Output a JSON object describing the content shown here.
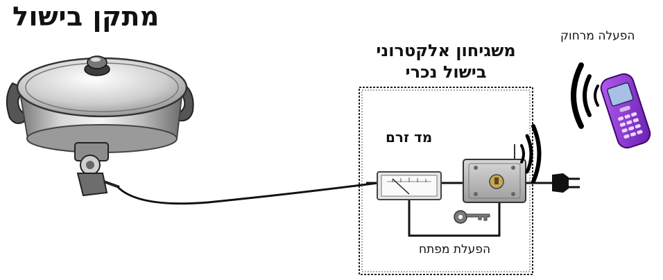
{
  "labels": {
    "cooker_title": "מתקן בישול",
    "device_title_line1": "משגיחון אלקטרוני",
    "device_title_line2": "בישול נכרי",
    "remote_activation": "הפעלה מרחוק",
    "current_meter": "מד זרם",
    "key_activation": "הפעלת מפתח"
  },
  "colors": {
    "phone_body": "#8a2be2",
    "phone_screen": "#a8c0e8",
    "controller_box": "#b9b9b9",
    "wire": "#111111",
    "key": "#6c6c6c"
  },
  "icons": {
    "cooker": "electric-skillet-icon",
    "phone": "mobile-phone-icon",
    "meter": "ammeter-icon",
    "controller": "controller-box-icon",
    "key": "key-icon",
    "plug": "power-plug-icon",
    "waves": "wireless-signal-icon"
  }
}
